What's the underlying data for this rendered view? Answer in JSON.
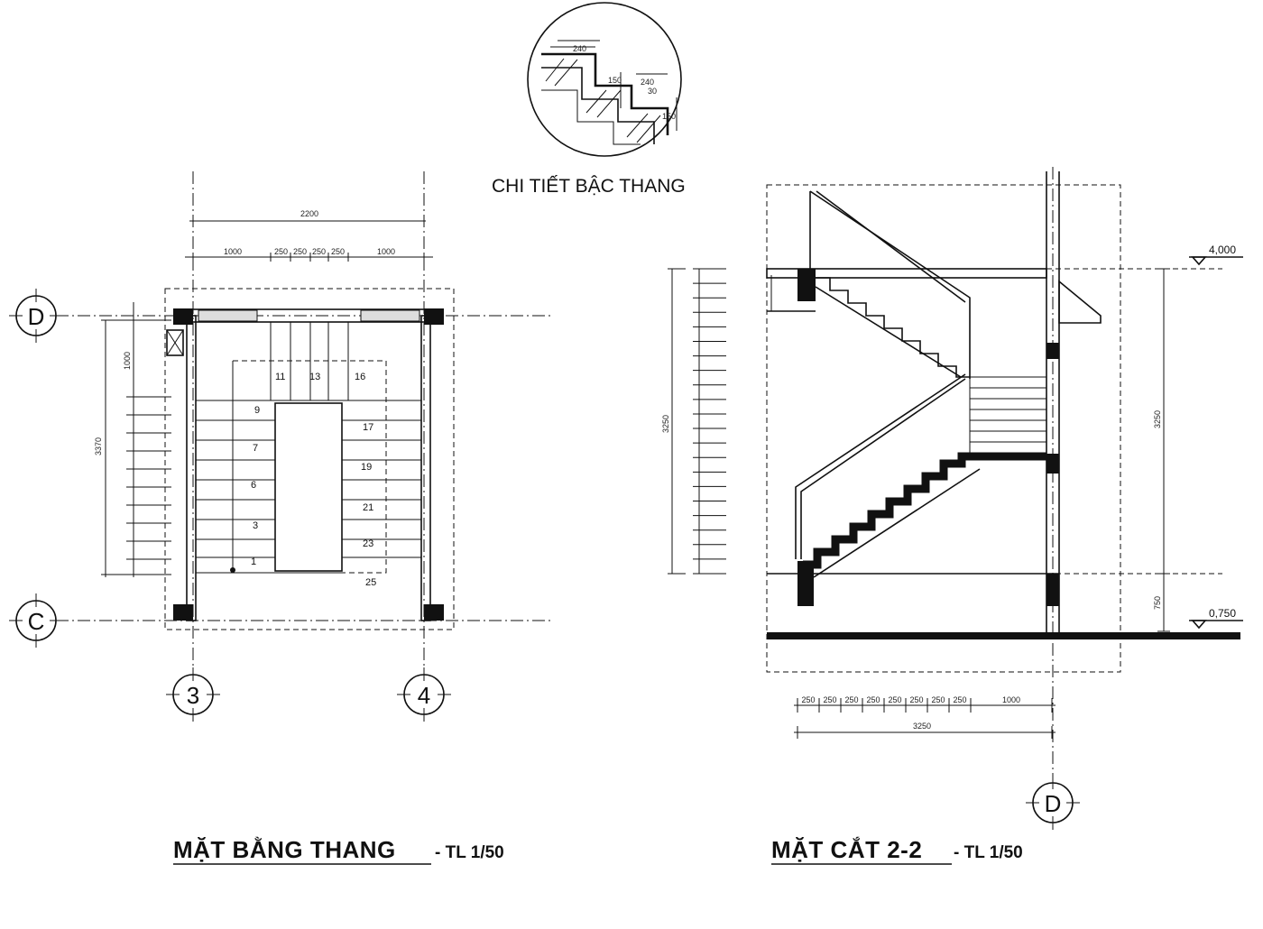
{
  "detail": {
    "title": "CHI TIẾT BẬC THANG",
    "dims": [
      "240",
      "240",
      "150",
      "150",
      "30"
    ]
  },
  "plan": {
    "title": "MẶT BẰNG THANG",
    "scale": "- TL 1/50",
    "axes": {
      "top": "D",
      "bottom": "C",
      "left": "3",
      "right": "4"
    },
    "dims": {
      "overall": "2200",
      "segments": [
        "1000",
        "250",
        "250",
        "250",
        "250",
        "1000"
      ],
      "vertical_total": "3370",
      "vertical_part": "1000"
    },
    "steps": [
      "1",
      "3",
      "6",
      "7",
      "9",
      "11",
      "13",
      "16",
      "17",
      "19",
      "21",
      "23",
      "25"
    ]
  },
  "section": {
    "title": "MẶT CẮT 2-2",
    "scale": "- TL 1/50",
    "axis": "D",
    "levels": {
      "upper": "4,000",
      "lower": "0,750"
    },
    "dims": {
      "height": "3250",
      "left_total": "3250",
      "bottom_segments": [
        "250",
        "250",
        "250",
        "250",
        "250",
        "250",
        "250",
        "250",
        "1000"
      ],
      "bottom_total": "3250",
      "base": "750"
    }
  }
}
